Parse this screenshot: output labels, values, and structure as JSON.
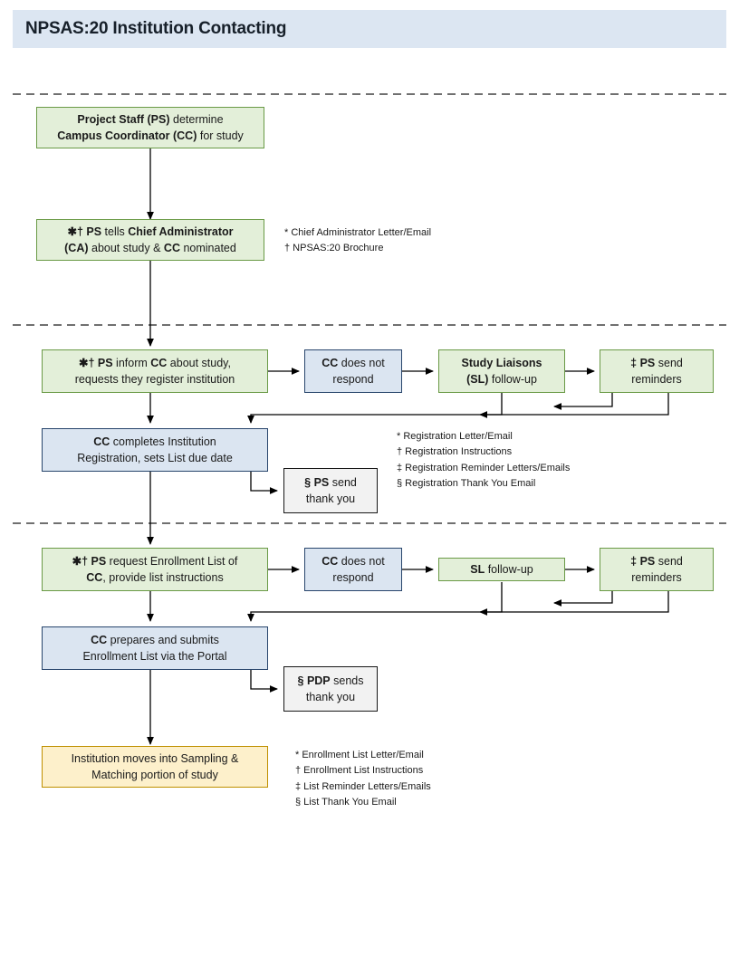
{
  "header": {
    "title": "NPSAS:20 Institution Contacting",
    "band_color": "#dce6f2"
  },
  "palette": {
    "green_fill": "#e3efd9",
    "green_border": "#6a9a46",
    "blue_fill": "#dbe5f1",
    "blue_border": "#28456c",
    "gray_fill": "#f2f2f2",
    "gray_border": "#171717",
    "gold_fill": "#fdf0cb",
    "gold_border": "#bf9000",
    "connector": "#000000",
    "divider": "#404040"
  },
  "sections": [
    {
      "id": "section-1",
      "nodes": [
        {
          "id": "node-determine-cc",
          "type": "green",
          "lines": [
            [
              {
                "t": "Project Staff (PS)",
                "b": true
              },
              {
                "t": " determine",
                "b": false
              }
            ],
            [
              {
                "t": "Campus Coordinator (CC)",
                "b": true
              },
              {
                "t": " for study",
                "b": false
              }
            ]
          ]
        },
        {
          "id": "node-ps-tells-ca",
          "type": "green",
          "lines": [
            [
              {
                "t": "✱† ",
                "b": true
              },
              {
                "t": "PS",
                "b": true
              },
              {
                "t": " tells ",
                "b": false
              },
              {
                "t": "Chief Administrator",
                "b": true
              }
            ],
            [
              {
                "t": "(CA)",
                "b": true
              },
              {
                "t": " about study & ",
                "b": false
              },
              {
                "t": "CC",
                "b": true
              },
              {
                "t": " nominated",
                "b": false
              }
            ]
          ]
        }
      ],
      "notes": [
        "* Chief Administrator Letter/Email",
        "† NPSAS:20 Brochure"
      ]
    },
    {
      "id": "section-2",
      "nodes": [
        {
          "id": "node-ps-inform-register",
          "type": "green",
          "lines": [
            [
              {
                "t": "✱†  ",
                "b": true
              },
              {
                "t": "PS",
                "b": true
              },
              {
                "t": " inform  ",
                "b": false
              },
              {
                "t": "CC",
                "b": true
              },
              {
                "t": " about study,",
                "b": false
              }
            ],
            [
              {
                "t": "requests they register institution",
                "b": false
              }
            ]
          ]
        },
        {
          "id": "node-cc-no-respond-1",
          "type": "blue",
          "lines": [
            [
              {
                "t": "CC",
                "b": true
              },
              {
                "t": " does not",
                "b": false
              }
            ],
            [
              {
                "t": "respond",
                "b": false
              }
            ]
          ]
        },
        {
          "id": "node-study-liaisons-followup",
          "type": "green",
          "lines": [
            [
              {
                "t": "Study Liaisons",
                "b": true
              }
            ],
            [
              {
                "t": "(SL)",
                "b": true
              },
              {
                "t": " follow-up",
                "b": false
              }
            ]
          ]
        },
        {
          "id": "node-ps-send-reminders-1",
          "type": "green",
          "lines": [
            [
              {
                "t": "‡   ",
                "b": true
              },
              {
                "t": "PS",
                "b": true
              },
              {
                "t": " send",
                "b": false
              }
            ],
            [
              {
                "t": "reminders",
                "b": false
              }
            ]
          ]
        },
        {
          "id": "node-cc-completes-registration",
          "type": "blue",
          "lines": [
            [
              {
                "t": "CC",
                "b": true
              },
              {
                "t": " completes Institution",
                "b": false
              }
            ],
            [
              {
                "t": "Registration, sets List due date",
                "b": false
              }
            ]
          ]
        },
        {
          "id": "node-ps-send-thank-you",
          "type": "gray",
          "lines": [
            [
              {
                "t": "§  ",
                "b": true
              },
              {
                "t": "PS",
                "b": true
              },
              {
                "t": " send",
                "b": false
              }
            ],
            [
              {
                "t": "thank you",
                "b": false
              }
            ]
          ]
        }
      ],
      "notes": [
        "* Registration Letter/Email",
        "† Registration Instructions",
        "‡ Registration Reminder Letters/Emails",
        "§ Registration Thank You Email"
      ]
    },
    {
      "id": "section-3",
      "nodes": [
        {
          "id": "node-ps-request-list",
          "type": "green",
          "lines": [
            [
              {
                "t": "✱† ",
                "b": true
              },
              {
                "t": "PS",
                "b": true
              },
              {
                "t": " request  Enrollment  List of",
                "b": false
              }
            ],
            [
              {
                "t": "CC",
                "b": true
              },
              {
                "t": ", provide list instructions",
                "b": false
              }
            ]
          ]
        },
        {
          "id": "node-cc-no-respond-2",
          "type": "blue",
          "lines": [
            [
              {
                "t": "CC",
                "b": true
              },
              {
                "t": " does not",
                "b": false
              }
            ],
            [
              {
                "t": "respond",
                "b": false
              }
            ]
          ]
        },
        {
          "id": "node-sl-followup",
          "type": "green",
          "lines": [
            [
              {
                "t": "SL",
                "b": true
              },
              {
                "t": " follow-up",
                "b": false
              }
            ]
          ]
        },
        {
          "id": "node-ps-send-reminders-2",
          "type": "green",
          "lines": [
            [
              {
                "t": "‡   ",
                "b": true
              },
              {
                "t": "PS",
                "b": true
              },
              {
                "t": " send",
                "b": false
              }
            ],
            [
              {
                "t": "reminders",
                "b": false
              }
            ]
          ]
        },
        {
          "id": "node-cc-submits-list",
          "type": "blue",
          "lines": [
            [
              {
                "t": "CC",
                "b": true
              },
              {
                "t": " prepares and submits",
                "b": false
              }
            ],
            [
              {
                "t": "Enrollment List via the Portal",
                "b": false
              }
            ]
          ]
        },
        {
          "id": "node-pdp-send-thank-you",
          "type": "gray",
          "lines": [
            [
              {
                "t": "§ ",
                "b": true
              },
              {
                "t": "PDP",
                "b": true
              },
              {
                "t": " sends",
                "b": false
              }
            ],
            [
              {
                "t": "thank you",
                "b": false
              }
            ]
          ]
        },
        {
          "id": "node-institution-sampling",
          "type": "gold",
          "lines": [
            [
              {
                "t": "Institution moves into Sampling &",
                "b": false
              }
            ],
            [
              {
                "t": "Matching portion of study",
                "b": false
              }
            ]
          ]
        }
      ],
      "notes": [
        "* Enrollment List Letter/Email",
        "† Enrollment List Instructions",
        "‡ List Reminder Letters/Emails",
        "§ List Thank You Email"
      ]
    }
  ]
}
